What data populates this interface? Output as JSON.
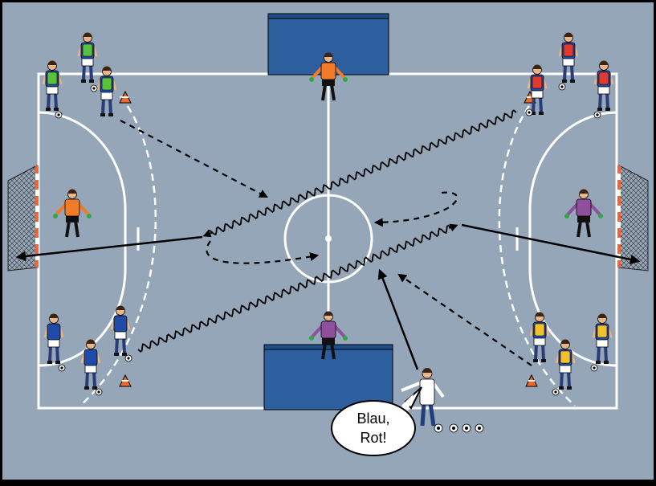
{
  "diagram": {
    "speech_bubble": {
      "line1": "Blau,",
      "line2": "Rot!"
    },
    "colors": {
      "floor": "#95a6b8",
      "lines": "#ffffff",
      "goal_blue": "#2d5e9e",
      "team_blue": "#1f4aa8",
      "bib_green": "#59c23a",
      "bib_red": "#e03a2e",
      "bib_yellow": "#f2c12e",
      "keeper_orange": "#f27b2a",
      "keeper_purple": "#8e4f9c",
      "cone": "#ef6a2a"
    },
    "elements": {
      "goals": [
        "top-goal",
        "bottom-goal",
        "left-goal",
        "right-goal"
      ],
      "keepers": [
        "keeper-top-orange",
        "keeper-bottom-purple",
        "keeper-left-orange",
        "keeper-right-purple"
      ],
      "player_groups": [
        "green-bib-group",
        "red-bib-group",
        "blue-shirt-group",
        "yellow-bib-group"
      ],
      "path_types": [
        "dribble-wavy-line",
        "pass-solid-arrow",
        "run-dashed-arrow"
      ],
      "coach": "coach-calling"
    }
  }
}
